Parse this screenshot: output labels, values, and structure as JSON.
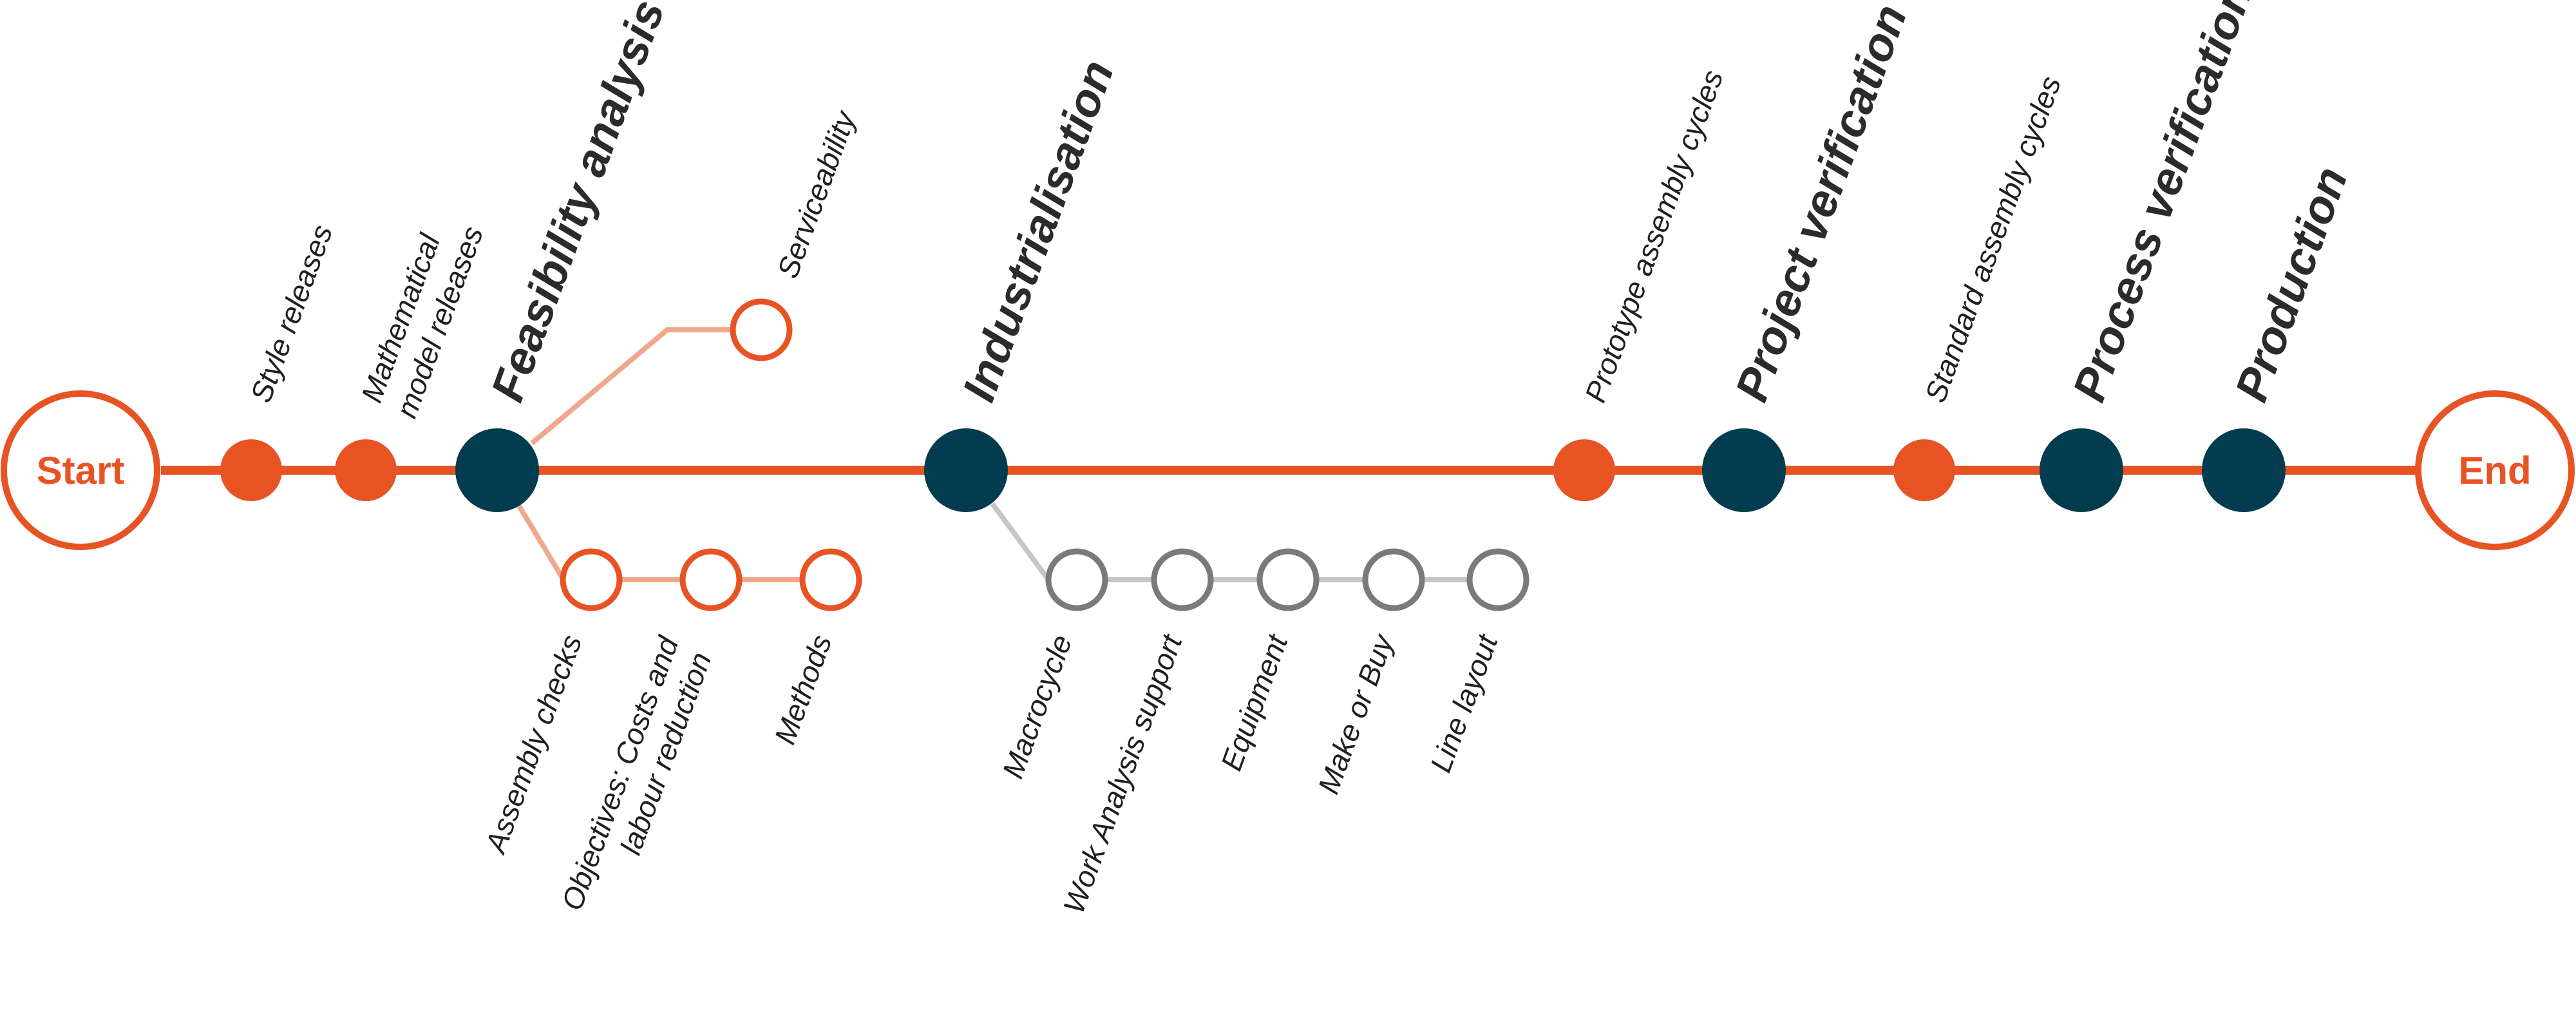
{
  "colors": {
    "orange": "#e85324",
    "dark_teal": "#033c4f",
    "light_orange": "#f0a88c",
    "gray": "#7a7a7a",
    "light_gray": "#c5c5c5"
  },
  "start_label": "Start",
  "end_label": "End",
  "main_nodes": [
    {
      "label": "Style releases",
      "kind": "minor"
    },
    {
      "label": "Mathematical",
      "label2": "model releases",
      "kind": "minor"
    },
    {
      "label": "Feasibility analysis",
      "kind": "major"
    },
    {
      "label": "Industrialisation",
      "kind": "major"
    },
    {
      "label": "Prototype assembly cycles",
      "kind": "minor"
    },
    {
      "label": "Project verification",
      "kind": "major"
    },
    {
      "label": "Standard assembly cycles",
      "kind": "minor"
    },
    {
      "label": "Process verification",
      "kind": "major"
    },
    {
      "label": "Production",
      "kind": "major"
    }
  ],
  "feasibility_branch_up": {
    "label": "Serviceability"
  },
  "feasibility_branch_down": [
    {
      "label": "Assembly checks"
    },
    {
      "label": "Objectives: Costs and",
      "label2": "labour reduction"
    },
    {
      "label": "Methods"
    }
  ],
  "industrialisation_branch": [
    {
      "label": "Macrocycle"
    },
    {
      "label": "Work Analysis support"
    },
    {
      "label": "Equipment"
    },
    {
      "label": "Make or Buy"
    },
    {
      "label": "Line layout"
    }
  ]
}
